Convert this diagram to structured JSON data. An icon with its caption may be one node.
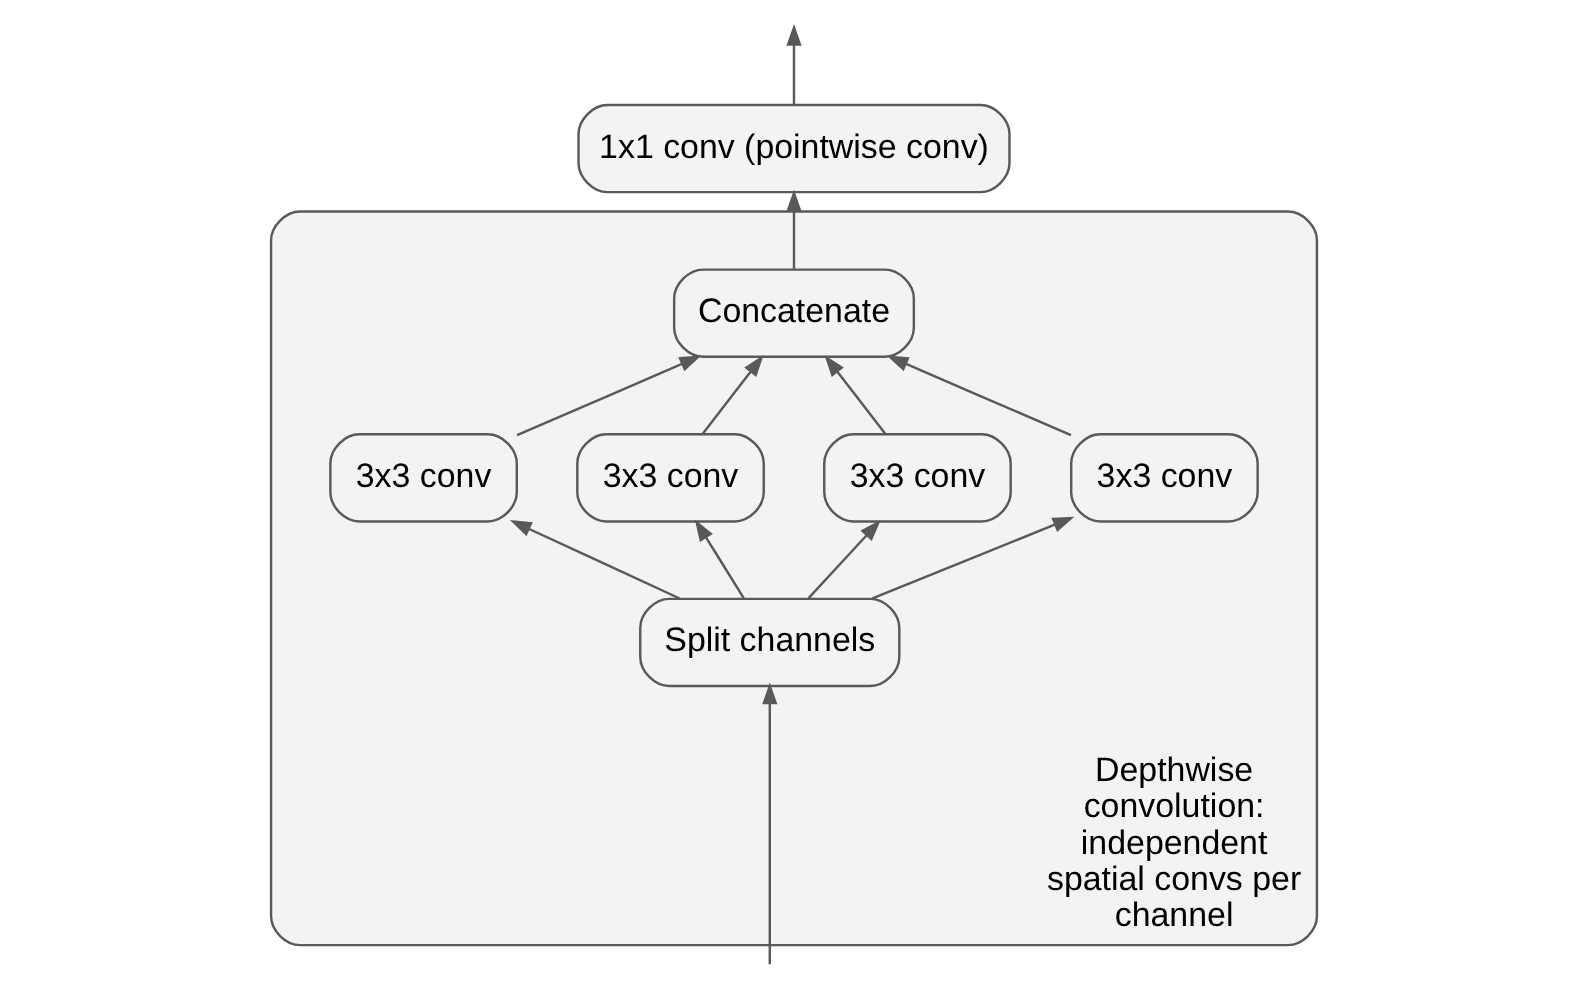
{
  "diagram": {
    "nodes": [
      {
        "text": [
          "Depthwise convolution: independent spatial convs per channel"
        ]
      },
      {
        "text": [
          "1x1 conv (pointwise conv)"
        ]
      },
      {
        "text": [
          "Concatenate"
        ],
        "in": 0
      },
      {
        "text": [
          "3x3 conv"
        ],
        "in": 0
      },
      {
        "text": [
          "3x3 conv"
        ],
        "in": 0
      },
      {
        "text": [
          "3x3 conv"
        ],
        "in": 0
      },
      {
        "text": [
          "3x3 conv"
        ],
        "in": 0
      },
      {
        "text": [
          "Split channels"
        ],
        "in": 0
      }
    ],
    "edges": [
      {
        "from": null,
        "to": 7,
        "arrow": "to"
      },
      {
        "from": 7,
        "to": 3,
        "arrow": "to"
      },
      {
        "from": 7,
        "to": 4,
        "arrow": "to"
      },
      {
        "from": 7,
        "to": 5,
        "arrow": "to"
      },
      {
        "from": 7,
        "to": 6,
        "arrow": "to"
      },
      {
        "from": 3,
        "to": 2,
        "arrow": "to"
      },
      {
        "from": 4,
        "to": 2,
        "arrow": "to"
      },
      {
        "from": 5,
        "to": 2,
        "arrow": "to"
      },
      {
        "from": 6,
        "to": 2,
        "arrow": "to"
      },
      {
        "from": 2,
        "to": 1,
        "arrow": "to"
      },
      {
        "from": 1,
        "to": null,
        "arrow": "to"
      }
    ]
  }
}
